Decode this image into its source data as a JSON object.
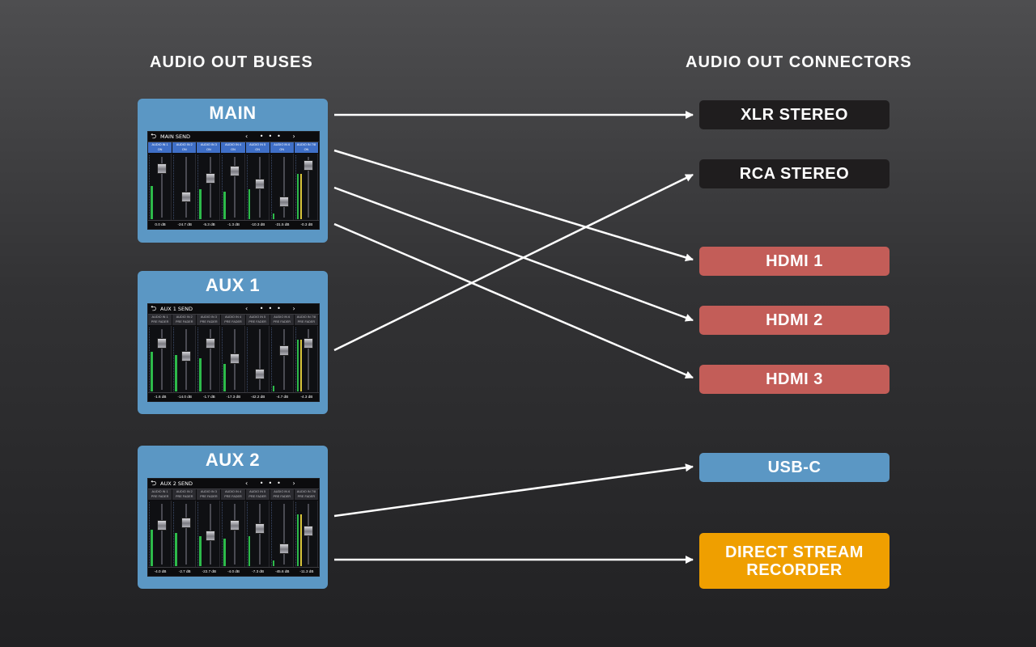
{
  "headings": {
    "buses": "AUDIO OUT BUSES",
    "connectors": "AUDIO OUT CONNECTORS"
  },
  "buses": [
    {
      "title": "MAIN",
      "screen_title": "MAIN SEND",
      "channels": [
        "AUDIO IN 1",
        "AUDIO IN 2",
        "AUDIO IN 3",
        "AUDIO IN 4",
        "AUDIO IN 5",
        "AUDIO IN 6",
        "AUDIO IN 7/8"
      ],
      "channel_state": "ON",
      "db": [
        "0.0 dB",
        "-24.7 dB",
        "-5.3 dB",
        "-1.3 dB",
        "-10.3 dB",
        "-31.5 dB",
        "-0.3 dB"
      ],
      "fader_levels": [
        0.85,
        0.3,
        0.65,
        0.8,
        0.55,
        0.2,
        0.9
      ],
      "meter_levels": [
        0.55,
        0.0,
        0.5,
        0.45,
        0.5,
        0.1,
        0.75
      ]
    },
    {
      "title": "AUX 1",
      "screen_title": "AUX 1 SEND",
      "channels": [
        "AUDIO IN 1",
        "AUDIO IN 2",
        "AUDIO IN 3",
        "AUDIO IN 4",
        "AUDIO IN 5",
        "AUDIO IN 6",
        "AUDIO IN 7/8"
      ],
      "channel_state": "PRE FADER",
      "db": [
        "-1.6 dB",
        "-14.0 dB",
        "-1.7 dB",
        "-17.3 dB",
        "-42.2 dB",
        "-4.7 dB",
        "-4.3 dB"
      ],
      "fader_levels": [
        0.8,
        0.55,
        0.8,
        0.5,
        0.2,
        0.65,
        0.8
      ],
      "meter_levels": [
        0.65,
        0.6,
        0.55,
        0.45,
        0.0,
        0.1,
        0.85
      ]
    },
    {
      "title": "AUX 2",
      "screen_title": "AUX 2 SEND",
      "channels": [
        "AUDIO IN 1",
        "AUDIO IN 2",
        "AUDIO IN 3",
        "AUDIO IN 4",
        "AUDIO IN 5",
        "AUDIO IN 6",
        "AUDIO IN 7/8"
      ],
      "channel_state": "PRE FADER",
      "db": [
        "-4.0 dB",
        "-2.7 dB",
        "-22.7 dB",
        "-4.0 dB",
        "-7.3 dB",
        "-45.6 dB",
        "-11.3 dB"
      ],
      "fader_levels": [
        0.65,
        0.7,
        0.45,
        0.65,
        0.6,
        0.2,
        0.55
      ],
      "meter_levels": [
        0.6,
        0.55,
        0.5,
        0.45,
        0.5,
        0.1,
        0.85
      ]
    }
  ],
  "connectors": [
    {
      "label": "XLR STEREO",
      "color": "#1f1d1e"
    },
    {
      "label": "RCA STEREO",
      "color": "#1f1d1e"
    },
    {
      "label": "HDMI 1",
      "color": "#c35d58"
    },
    {
      "label": "HDMI 2",
      "color": "#c35d58"
    },
    {
      "label": "HDMI 3",
      "color": "#c35d58"
    },
    {
      "label": "USB-C",
      "color": "#5b97c4"
    },
    {
      "label": "DIRECT STREAM\nRECORDER",
      "color": "#ef9f00"
    }
  ],
  "routes": [
    {
      "from": "MAIN",
      "to": "XLR STEREO"
    },
    {
      "from": "MAIN",
      "to": "HDMI 1"
    },
    {
      "from": "MAIN",
      "to": "HDMI 2"
    },
    {
      "from": "MAIN",
      "to": "HDMI 3"
    },
    {
      "from": "AUX 1",
      "to": "RCA STEREO"
    },
    {
      "from": "AUX 2",
      "to": "USB-C"
    },
    {
      "from": "AUX 2",
      "to": "DIRECT STREAM\nRECORDER"
    }
  ],
  "colors": {
    "bus": "#5b97c4",
    "connector_dark": "#1f1d1e",
    "connector_hdmi": "#c35d58",
    "connector_usb": "#5b97c4",
    "connector_recorder": "#ef9f00",
    "arrow": "#ffffff"
  }
}
